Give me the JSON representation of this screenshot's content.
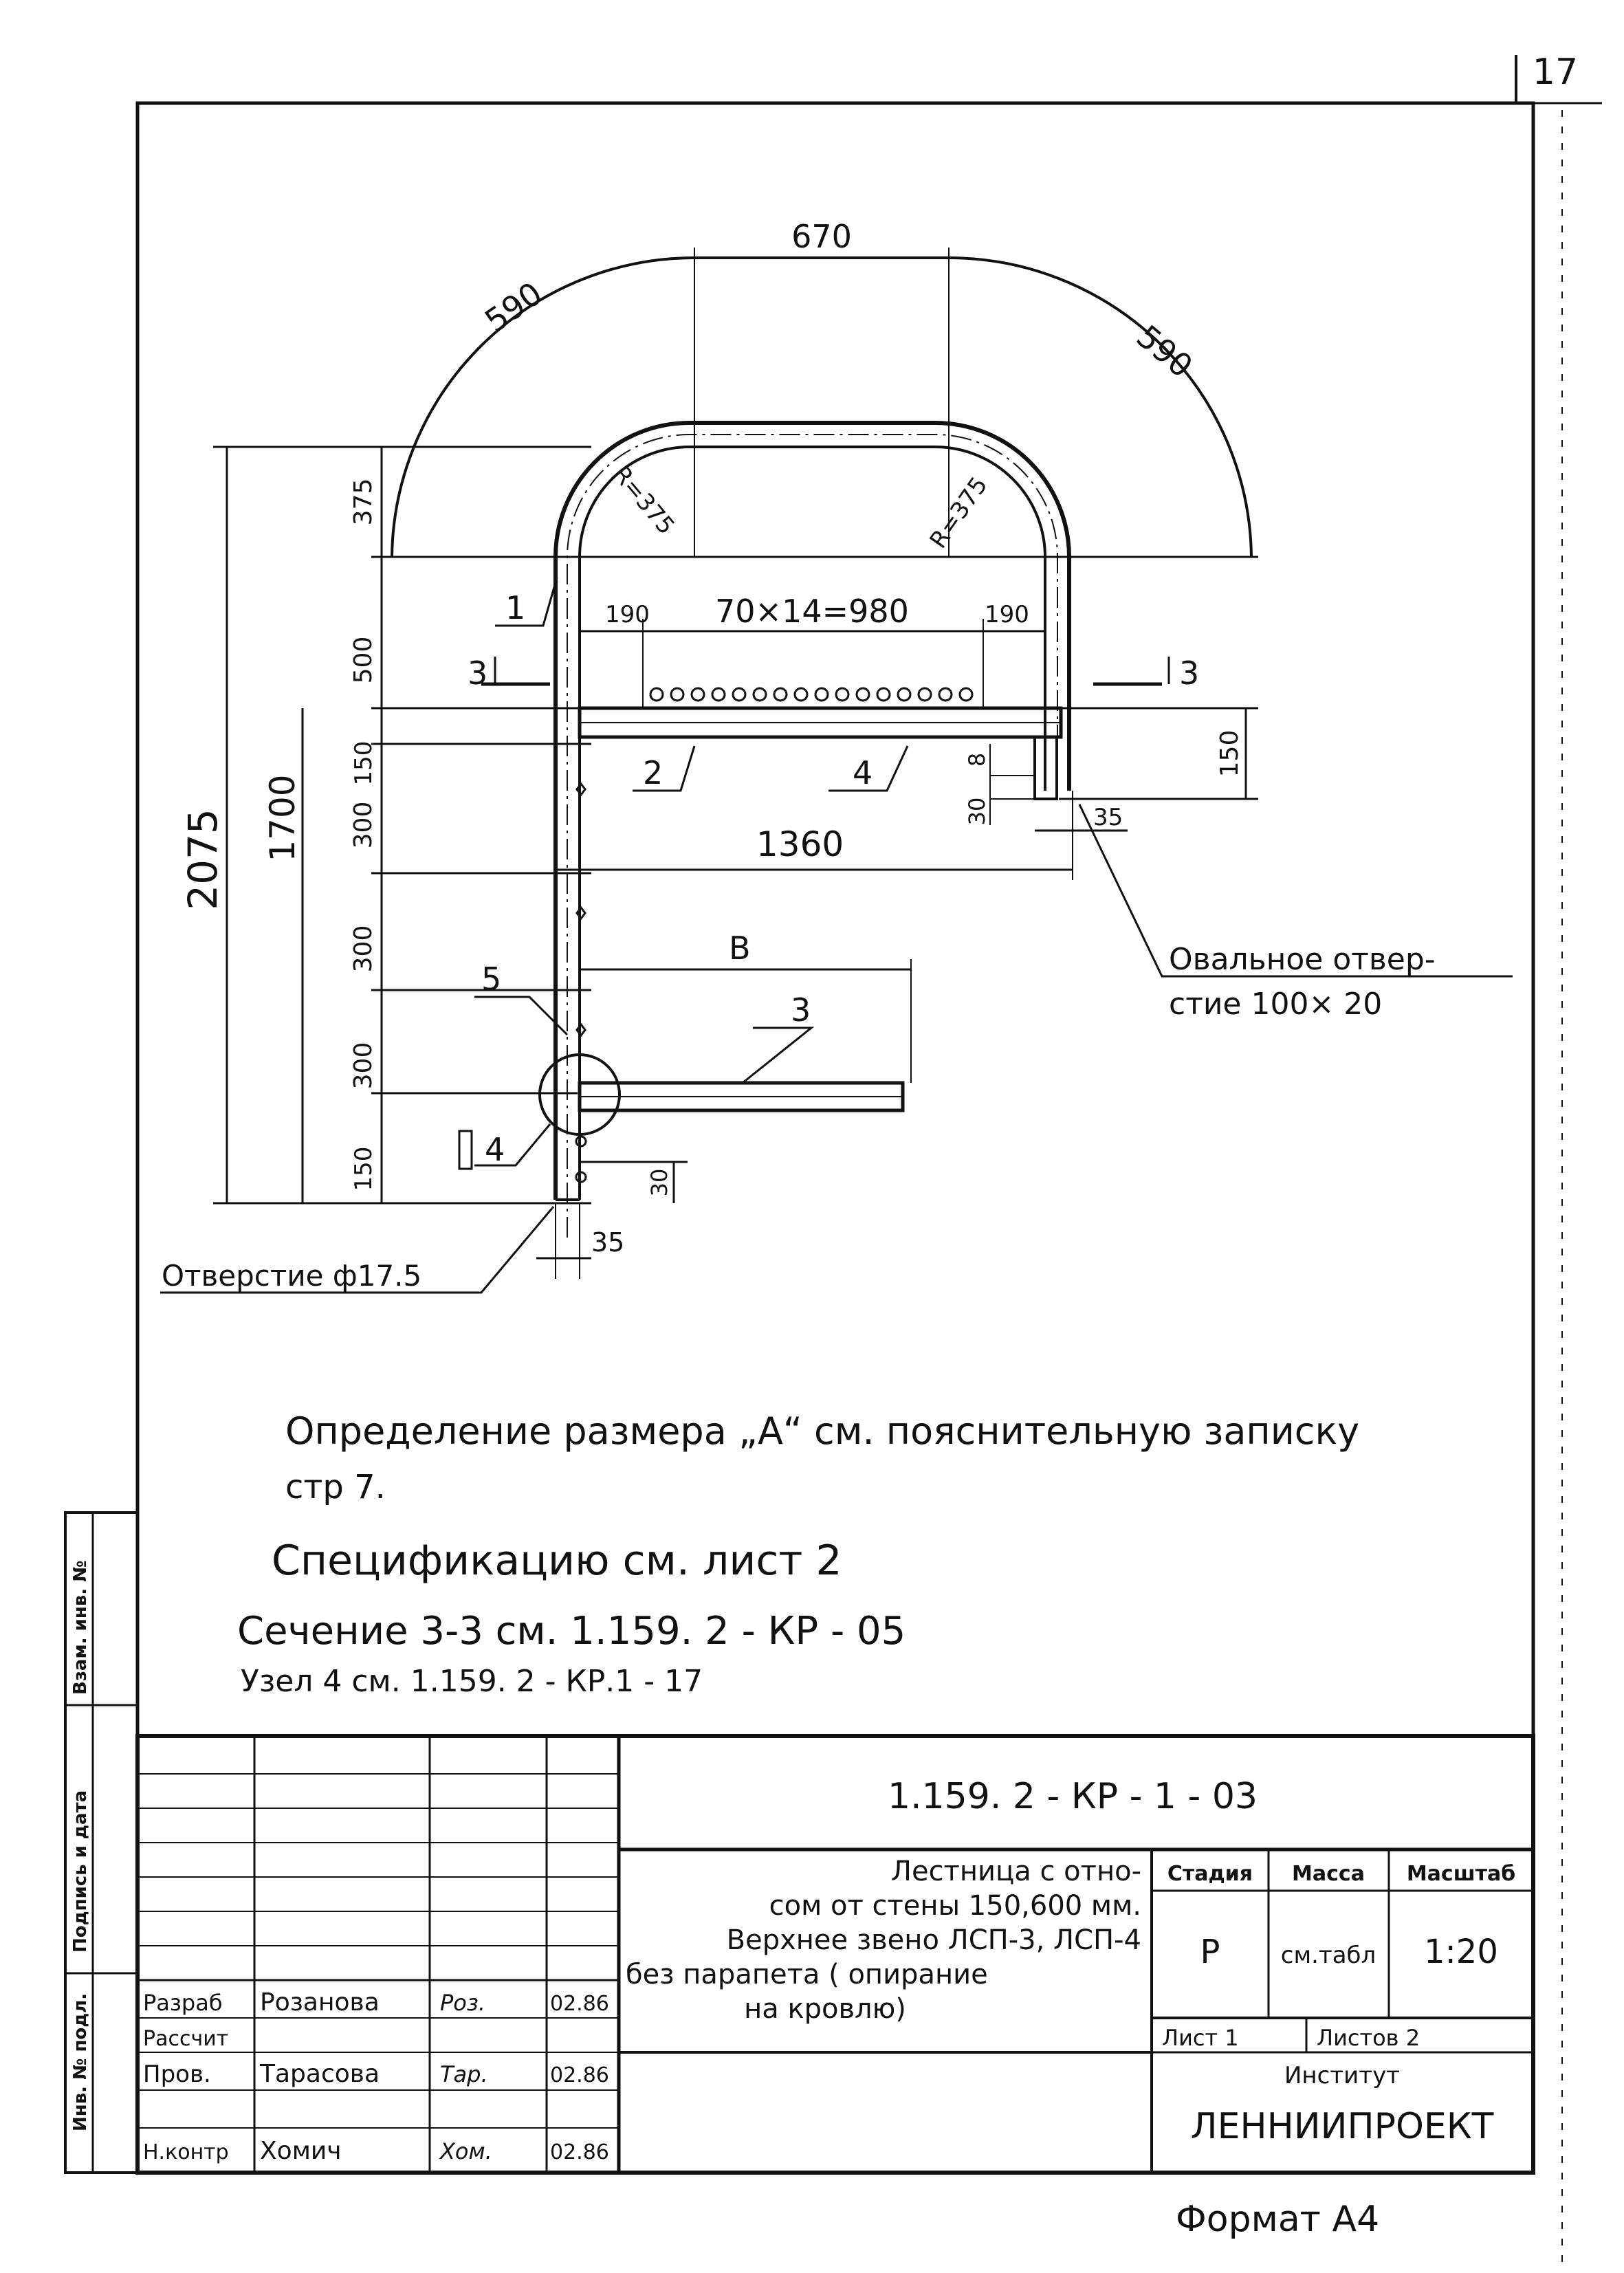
{
  "sheet_number": "17",
  "drawing": {
    "dims": {
      "arc_left": "590",
      "top_span": "670",
      "arc_right": "590",
      "radius_left": "R=375",
      "radius_right": "R=375",
      "overall_height": "2075",
      "h_1700": "1700",
      "h_375": "375",
      "h_500": "500",
      "h_150a": "150",
      "h_300a": "300",
      "h_300b": "300",
      "h_300c": "300",
      "h_150b": "150",
      "rung_left": "190",
      "rung_pitch": "70×14=980",
      "rung_right": "190",
      "platform_width": "1360",
      "dim_8": "8",
      "dim_30": "30",
      "dim_150_right": "150",
      "dim_35_top": "35",
      "dim_B": "B",
      "dim_30_bottom": "30",
      "dim_35_bottom": "35"
    },
    "callouts": {
      "item_1": "1",
      "item_2": "2",
      "item_3": "3",
      "item_4": "4",
      "item_5": "5",
      "item_4_node": "4",
      "section_left": "3",
      "section_right": "3"
    },
    "annotations": {
      "oval_hole_line1": "Овальное отвер-",
      "oval_hole_line2": "стие 100× 20",
      "hole": "Отверстие ф17.5"
    }
  },
  "notes": {
    "line1": "Определение размера „А“ см. пояснительную записку",
    "line2": "стр 7.",
    "line3": "Спецификацию см. лист 2",
    "line4": "Сечение 3-3 см. 1.159. 2 - КР - 05",
    "line5": "Узел 4 см. 1.159. 2 - КР.1 - 17"
  },
  "side_stamp": {
    "field_1": "Инв. № подл.",
    "field_2": "Подпись и дата",
    "field_3": "Взам. инв. №"
  },
  "title_block": {
    "code": "1.159. 2 - КР - 1 - 03",
    "title_lines": [
      "Лестница с отно-",
      "сом от стены 150,600 мм.",
      "Верхнее звено ЛСП-3, ЛСП-4",
      "без парапета ( опирание",
      "на кровлю)"
    ],
    "headers": {
      "stage": "Стадия",
      "mass": "Масса",
      "scale": "Масштаб"
    },
    "values": {
      "stage": "Р",
      "mass": "см.табл",
      "scale": "1:20"
    },
    "sheet_label": "Лист 1",
    "sheets_label": "Листов 2",
    "institute_label": "Институт",
    "institute_name": "ЛЕННИИПРОЕКТ",
    "people": [
      {
        "role": "Разраб",
        "name": "Розанова",
        "sign": "Роз.",
        "date": "02.86"
      },
      {
        "role": "Рассчит",
        "name": "",
        "sign": "",
        "date": ""
      },
      {
        "role": "Пров.",
        "name": "Тарасова",
        "sign": "Тар.",
        "date": "02.86"
      },
      {
        "role": "Н.контр",
        "name": "Хомич",
        "sign": "Хом.",
        "date": "02.86"
      }
    ]
  },
  "format_label": "Формат А4"
}
